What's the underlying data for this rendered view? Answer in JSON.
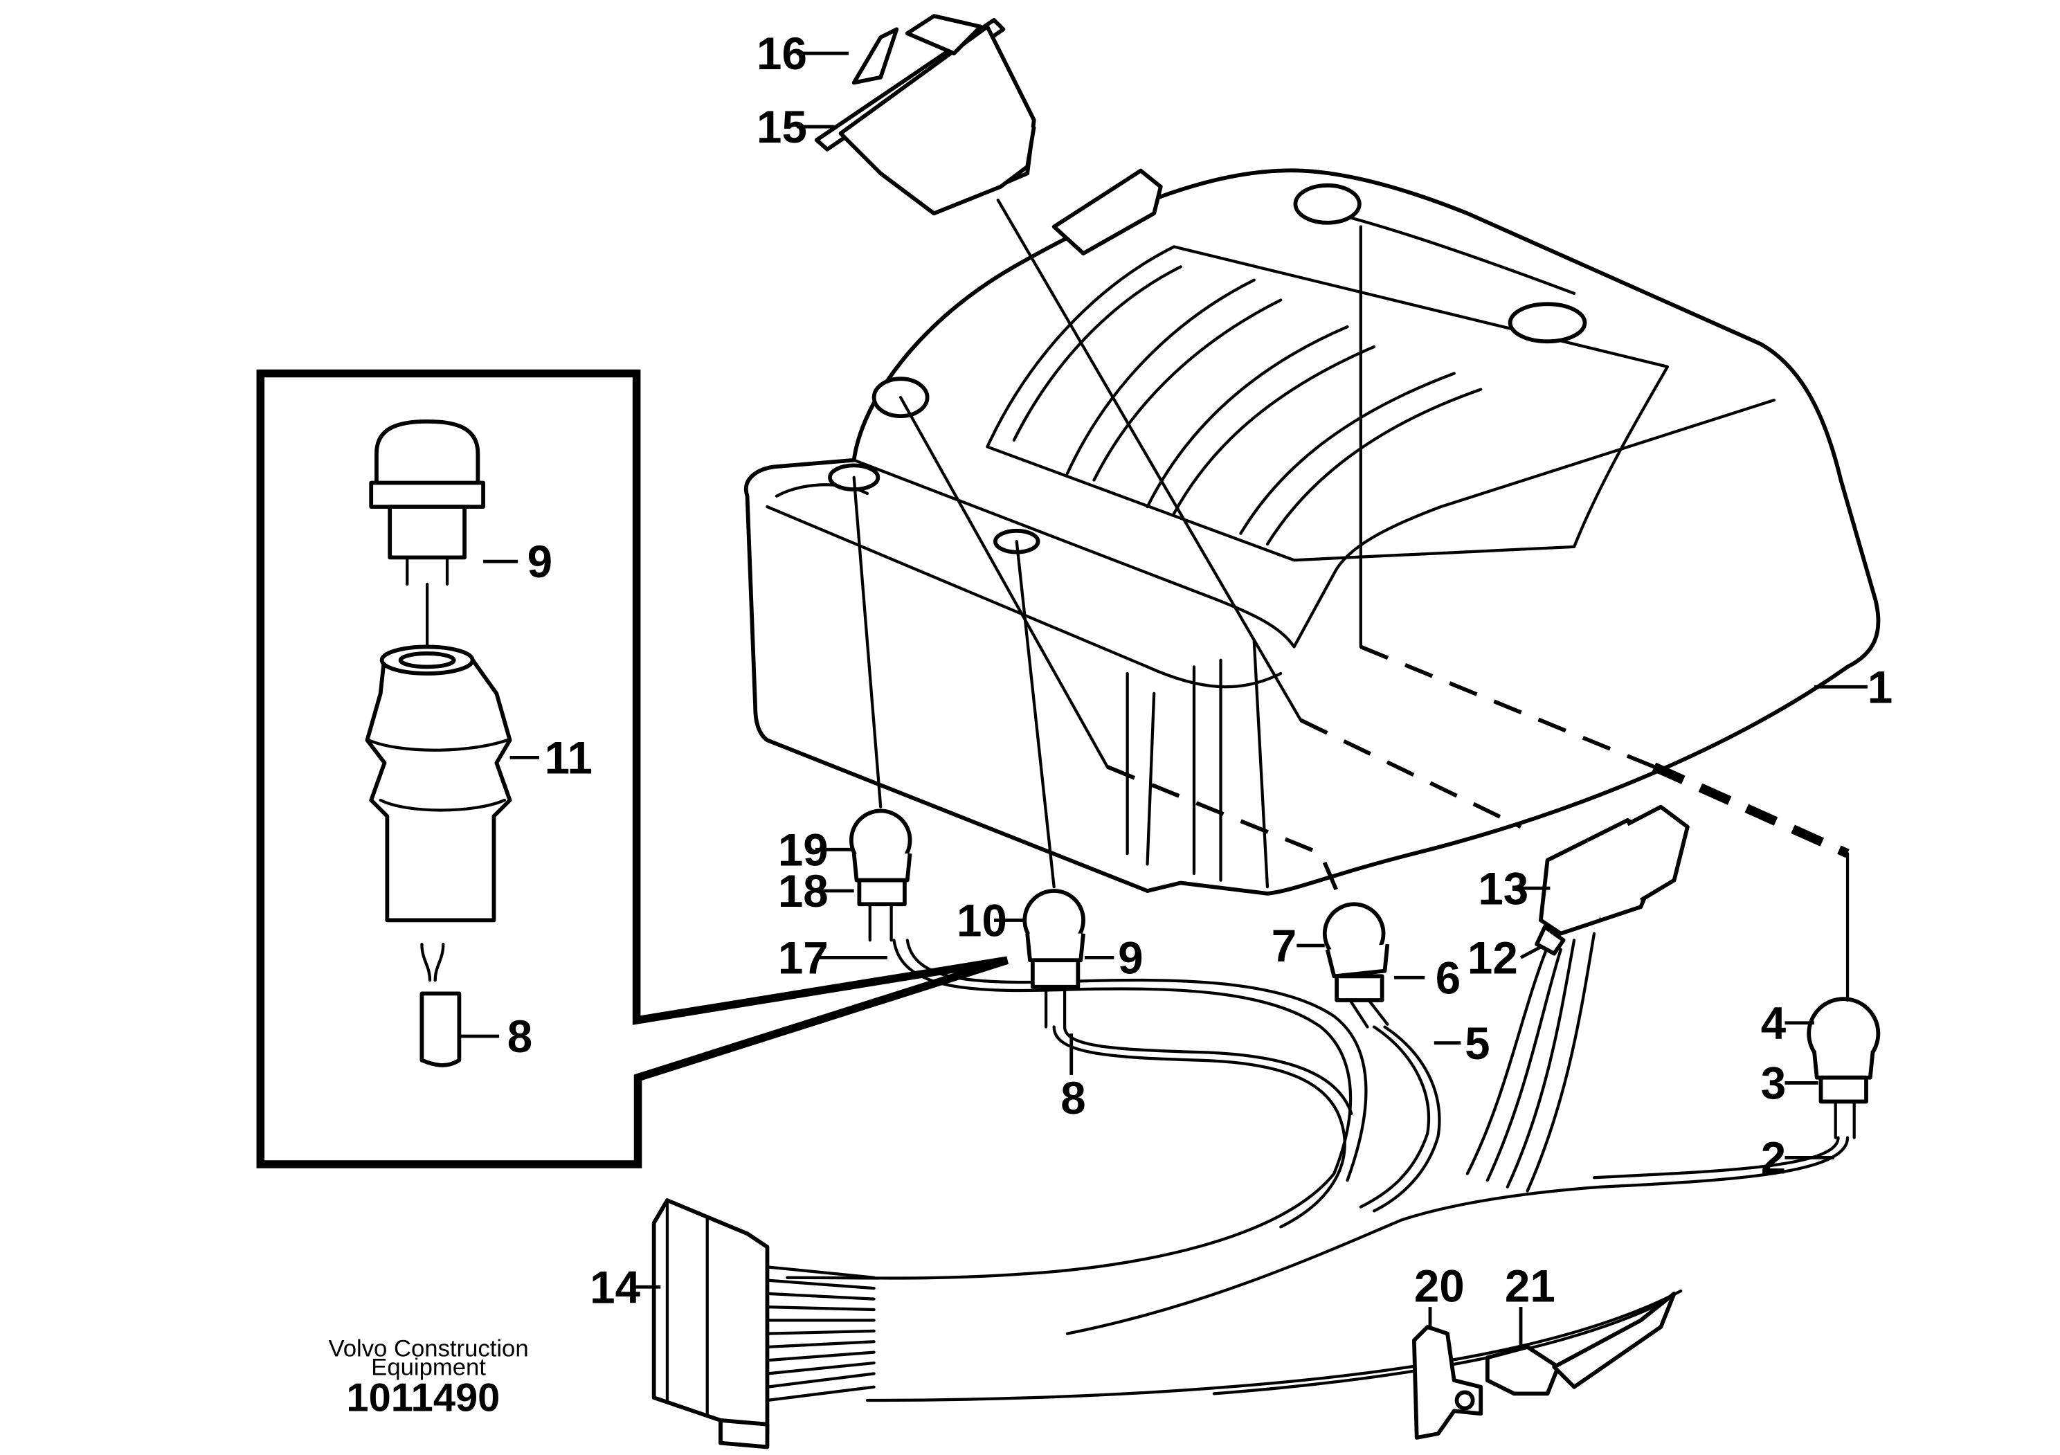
{
  "callouts": {
    "c1": "1",
    "c2": "2",
    "c3": "3",
    "c4": "4",
    "c5": "5",
    "c6": "6",
    "c7": "7",
    "c8_inset": "8",
    "c8_main": "8",
    "c9_inset": "9",
    "c9_main": "9",
    "c10": "10",
    "c11": "11",
    "c12": "12",
    "c13": "13",
    "c14": "14",
    "c15": "15",
    "c16": "16",
    "c17": "17",
    "c18": "18",
    "c19": "19",
    "c20": "20",
    "c21": "21"
  },
  "footer": {
    "company_line1": "Volvo Construction",
    "company_line2": "Equipment",
    "drawing_number": "1011490"
  }
}
